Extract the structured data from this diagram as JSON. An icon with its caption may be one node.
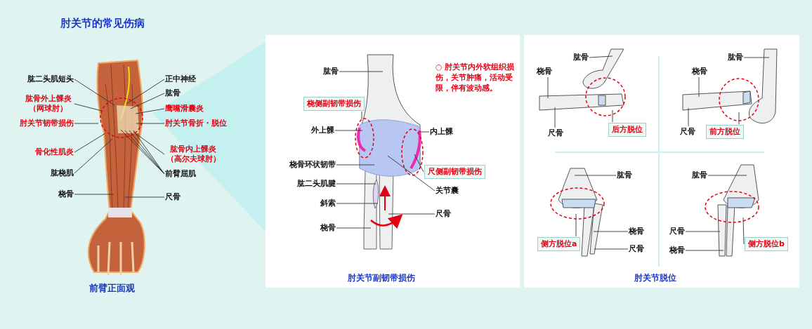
{
  "diagram": {
    "title": "肘关节的常见伤病",
    "nodes": [
      {
        "text": [
          "肱二头肌短头"
        ]
      },
      {
        "text": [
          "肱骨外上髁炎（网球肘）"
        ]
      },
      {
        "text": [
          "肘关节韧带损伤"
        ]
      },
      {
        "text": [
          "骨化性肌炎"
        ]
      },
      {
        "text": [
          "肱桡肌"
        ]
      },
      {
        "text": [
          "桡骨"
        ]
      },
      {
        "text": [
          "正中神经"
        ]
      },
      {
        "text": [
          "肱骨"
        ]
      },
      {
        "text": [
          "鹰嘴滑囊炎"
        ]
      },
      {
        "text": [
          "肘关节骨折・脱位"
        ]
      },
      {
        "text": [
          "肱骨内上髁炎（高尔夫球肘）"
        ]
      },
      {
        "text": [
          "前臂屈肌"
        ]
      },
      {
        "text": [
          "尺骨"
        ]
      },
      {
        "text": [
          "肱骨"
        ]
      },
      {
        "text": [
          "桡侧副韧带损伤"
        ]
      },
      {
        "text": [
          "外上髁"
        ]
      },
      {
        "text": [
          "桡骨环状韧带"
        ]
      },
      {
        "text": [
          "肱二头肌腱"
        ]
      },
      {
        "text": [
          "斜索"
        ]
      },
      {
        "text": [
          "桡骨"
        ]
      },
      {
        "text": [
          "内上髁"
        ]
      },
      {
        "text": [
          "尺侧副韧带损伤"
        ]
      },
      {
        "text": [
          "关节囊"
        ]
      },
      {
        "text": [
          "尺骨"
        ]
      },
      {
        "text": [
          "肱骨"
        ]
      },
      {
        "text": [
          "桡骨"
        ]
      },
      {
        "text": [
          "尺骨"
        ]
      },
      {
        "text": [
          "后方脱位"
        ]
      },
      {
        "text": [
          "肱骨"
        ]
      },
      {
        "text": [
          "桡骨"
        ]
      },
      {
        "text": [
          "尺骨"
        ]
      },
      {
        "text": [
          "前方脱位"
        ]
      },
      {
        "text": [
          "肱骨"
        ]
      },
      {
        "text": [
          "桡骨"
        ]
      },
      {
        "text": [
          "尺骨"
        ]
      },
      {
        "text": [
          "侧方脱位a"
        ]
      },
      {
        "text": [
          "肱骨"
        ]
      },
      {
        "text": [
          "尺骨"
        ]
      },
      {
        "text": [
          "桡骨"
        ]
      },
      {
        "text": [
          "侧方脱位b"
        ]
      }
    ],
    "edges": [
      {
        "from": 0,
        "to": null,
        "arrow": "none"
      },
      {
        "from": 1,
        "to": null,
        "arrow": "none"
      },
      {
        "from": 2,
        "to": null,
        "arrow": "none"
      },
      {
        "from": 3,
        "to": null,
        "arrow": "none"
      },
      {
        "from": 4,
        "to": null,
        "arrow": "none"
      },
      {
        "from": 5,
        "to": null,
        "arrow": "none"
      },
      {
        "from": 6,
        "to": null,
        "arrow": "none"
      },
      {
        "from": 7,
        "to": null,
        "arrow": "none"
      },
      {
        "from": 8,
        "to": null,
        "arrow": "none"
      },
      {
        "from": 9,
        "to": null,
        "arrow": "none"
      },
      {
        "from": 10,
        "to": null,
        "arrow": "none"
      },
      {
        "from": 11,
        "to": null,
        "arrow": "none"
      },
      {
        "from": 11,
        "to": null,
        "arrow": "none"
      },
      {
        "from": 11,
        "to": null,
        "arrow": "none"
      },
      {
        "from": 11,
        "to": null,
        "arrow": "none"
      },
      {
        "from": 12,
        "to": null,
        "arrow": "none"
      },
      {
        "from": 13,
        "to": null,
        "arrow": "none"
      },
      {
        "from": 14,
        "to": null,
        "arrow": "none"
      },
      {
        "from": 15,
        "to": null,
        "arrow": "none"
      },
      {
        "from": 16,
        "to": null,
        "arrow": "none"
      },
      {
        "from": 17,
        "to": null,
        "arrow": "none"
      },
      {
        "from": 18,
        "to": null,
        "arrow": "none"
      },
      {
        "from": 19,
        "to": null,
        "arrow": "none"
      },
      {
        "from": 20,
        "to": null,
        "arrow": "none"
      },
      {
        "from": 21,
        "to": null,
        "arrow": "none"
      },
      {
        "from": 22,
        "to": null,
        "arrow": "none"
      },
      {
        "from": 23,
        "to": null,
        "arrow": "none"
      },
      {
        "from": 24,
        "to": null,
        "arrow": "none"
      },
      {
        "from": 25,
        "to": null,
        "arrow": "none"
      },
      {
        "from": 26,
        "to": null,
        "arrow": "none"
      },
      {
        "from": 27,
        "to": null,
        "arrow": "none"
      },
      {
        "from": 28,
        "to": null,
        "arrow": "none"
      },
      {
        "from": 29,
        "to": null,
        "arrow": "none"
      },
      {
        "from": 30,
        "to": null,
        "arrow": "none"
      },
      {
        "from": 31,
        "to": null,
        "arrow": "none"
      },
      {
        "from": 32,
        "to": null,
        "arrow": "none"
      },
      {
        "from": 33,
        "to": null,
        "arrow": "none"
      },
      {
        "from": 34,
        "to": null,
        "arrow": "none"
      },
      {
        "from": 35,
        "to": null,
        "arrow": "none"
      },
      {
        "from": 36,
        "to": null,
        "arrow": "none"
      },
      {
        "from": 37,
        "to": null,
        "arrow": "none"
      },
      {
        "from": 38,
        "to": null,
        "arrow": "none"
      },
      {
        "from": 39,
        "to": null,
        "arrow": "none"
      }
    ],
    "labels": [
      "○ 肘关节内外软组织损伤，关节肿痛，活动受限，伴有波动感。",
      "前臂正面观",
      "肘关节副韧带损伤",
      "肘关节脱位"
    ]
  }
}
